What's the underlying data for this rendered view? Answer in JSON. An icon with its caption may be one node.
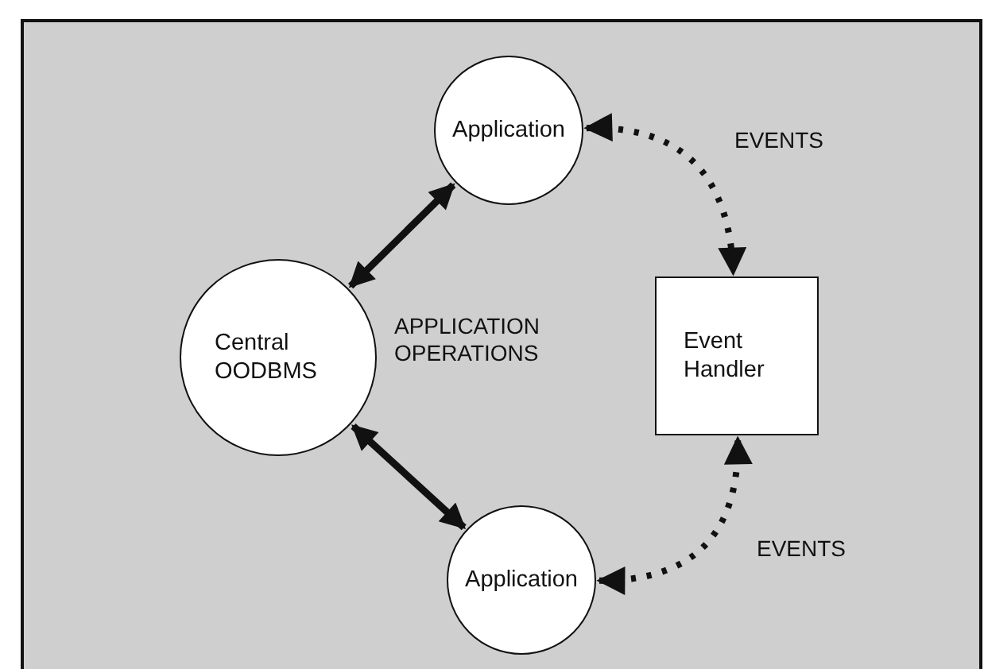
{
  "diagram": {
    "nodes": [
      {
        "text": [
          "Application"
        ]
      },
      {
        "text": [
          "Central OODBMS"
        ]
      },
      {
        "text": [
          "Event Handler"
        ]
      },
      {
        "text": [
          "Application"
        ]
      }
    ],
    "edges": [
      {
        "from": 1,
        "to": 0,
        "arrow": "both"
      },
      {
        "from": 1,
        "to": 3,
        "arrow": "both"
      },
      {
        "from": 0,
        "to": 2,
        "arrow": "both",
        "style": "dashed",
        "label": "EVENTS"
      },
      {
        "from": 3,
        "to": 2,
        "arrow": "both",
        "style": "dashed",
        "label": "EVENTS"
      }
    ],
    "labels": [
      "APPLICATION OPERATIONS"
    ]
  }
}
